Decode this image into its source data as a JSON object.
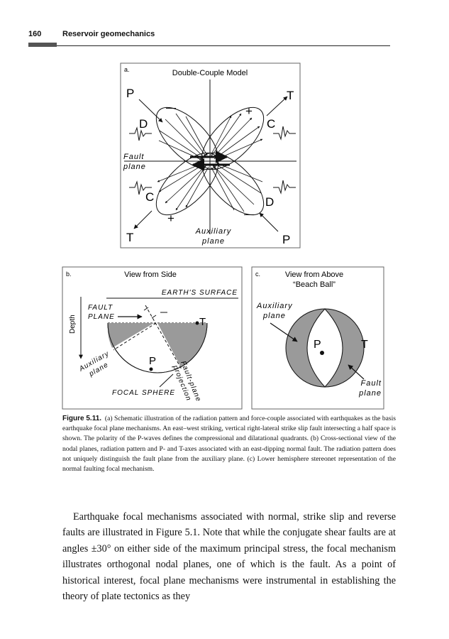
{
  "header": {
    "page_number": "160",
    "running_title": "Reservoir geomechanics"
  },
  "figure": {
    "panel_a": {
      "tag": "a.",
      "title": "Double-Couple Model",
      "label_p_top": "P",
      "label_t_top": "T",
      "label_t_bottom": "T",
      "label_p_bottom": "P",
      "label_d_left": "D",
      "label_c_right": "C",
      "label_c_left": "C",
      "label_d_right": "D",
      "minus_top": "—",
      "plus_top": "+",
      "plus_bottom": "+",
      "minus_bottom": "—",
      "fault_plane_1": "Fault",
      "fault_plane_2": "plane",
      "aux_plane_1": "Auxiliary",
      "aux_plane_2": "plane"
    },
    "panel_b": {
      "tag": "b.",
      "title": "View from Side",
      "surface": "EARTH'S SURFACE",
      "fault_plane_1": "FAULT",
      "fault_plane_2": "PLANE",
      "depth": "Depth",
      "aux_1": "Auxiliary",
      "aux_2": "plane",
      "label_p": "P",
      "label_t": "T",
      "proj_1": "Fault-plane",
      "proj_2": "projection",
      "sphere": "FOCAL SPHERE"
    },
    "panel_c": {
      "tag": "c.",
      "title_1": "View from Above",
      "title_2": "“Beach Ball”",
      "aux_1": "Auxiliary",
      "aux_2": "plane",
      "label_p": "P",
      "label_t": "T",
      "fault_1": "Fault",
      "fault_2": "plane"
    },
    "caption_label": "Figure 5.11.",
    "caption_text": "(a) Schematic illustration of the radiation pattern and force-couple associated with earthquakes as the basis earthquake focal plane mechanisms. An east–west striking, vertical right-lateral strike slip fault intersecting a half space is shown. The polarity of the P-waves defines the compressional and dilatational quadrants. (b) Cross-sectional view of the nodal planes, radiation pattern and P- and T-axes associated with an east-dipping normal fault. The radiation pattern does not uniquely distinguish the fault plane from the auxiliary plane. (c) Lower hemisphere stereonet representation of the normal faulting focal mechanism."
  },
  "body": {
    "paragraph": "Earthquake focal mechanisms associated with normal, strike slip and reverse faults are illustrated in Figure 5.1. Note that while the conjugate shear faults are at angles ±30° on either side of the maximum principal stress, the focal mechanism illustrates orthogonal nodal planes, one of which is the fault. As a point of historical interest, focal plane mechanisms were instrumental in establishing the theory of plate tectonics as they"
  }
}
